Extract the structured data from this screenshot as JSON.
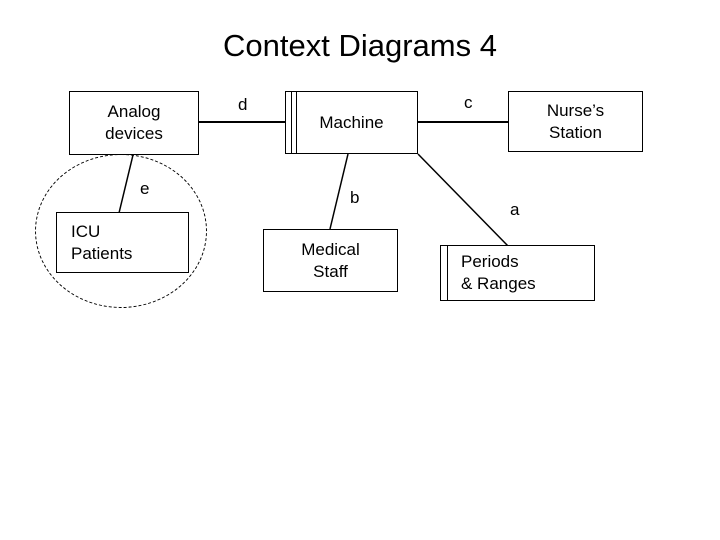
{
  "slide": {
    "title": "Context Diagrams 4",
    "background_color": "#ffffff",
    "line_color": "#000000"
  },
  "domains": [
    {
      "id": "analog-devices",
      "label_lines": [
        "Analog",
        "devices"
      ],
      "kind": "given-domain"
    },
    {
      "id": "machine",
      "label_lines": [
        "Machine"
      ],
      "kind": "machine-domain"
    },
    {
      "id": "nurses-station",
      "label_lines": [
        "Nurse’s",
        "Station"
      ],
      "kind": "given-domain"
    },
    {
      "id": "icu-patients",
      "label_lines": [
        "ICU",
        "Patients"
      ],
      "kind": "given-domain"
    },
    {
      "id": "medical-staff",
      "label_lines": [
        "Medical",
        "Staff"
      ],
      "kind": "given-domain"
    },
    {
      "id": "periods-ranges",
      "label_lines": [
        "Periods",
        "& Ranges"
      ],
      "kind": "designed-domain"
    }
  ],
  "connections": [
    {
      "id": "d",
      "label": "d",
      "from": "analog-devices",
      "to": "machine"
    },
    {
      "id": "c",
      "label": "c",
      "from": "machine",
      "to": "nurses-station"
    },
    {
      "id": "b",
      "label": "b",
      "from": "machine",
      "to": "medical-staff"
    },
    {
      "id": "a",
      "label": "a",
      "from": "machine",
      "to": "periods-ranges"
    },
    {
      "id": "e",
      "label": "e",
      "from": "analog-devices",
      "to": "icu-patients"
    }
  ],
  "requirement_oval": {
    "id": "icu-patients-requirement",
    "style": "dashed-ellipse"
  }
}
